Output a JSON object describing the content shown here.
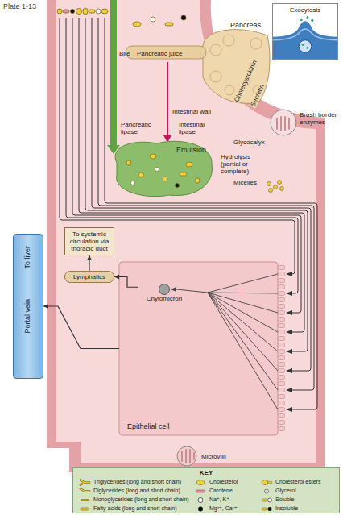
{
  "diagram": {
    "nodes": [
      {
        "text": [
          "Exocytosis"
        ]
      },
      {
        "text": [
          "Emulsion"
        ]
      },
      {
        "text": [
          "To systemic circulation via thoracic duct"
        ]
      },
      {
        "text": [
          "Lymphatics"
        ]
      },
      {
        "text": [
          "To liver",
          "Portal vein"
        ]
      },
      {
        "text": [
          "Epithelial cell"
        ]
      },
      {
        "text": [
          "Chylomicron"
        ],
        "in": 5
      }
    ],
    "edges": [
      {
        "from": 6,
        "to": 3,
        "arrow": "to"
      },
      {
        "from": 3,
        "to": 2,
        "arrow": "to"
      },
      {
        "from": 5,
        "to": 4,
        "arrow": "to"
      }
    ],
    "labels": [
      "Plate 1-13",
      "Pancreas",
      "Bile",
      "Pancreatic juice",
      "Cholecystokinin",
      "Secretin",
      "Intestinal wall",
      "Glycocalyx",
      "Brush border enzymes",
      "Pancreatic lipase",
      "Intestinal lipase",
      "Hydrolysis (partial or complete)",
      "Micelles",
      "Microvilli",
      "KEY"
    ],
    "legend": [
      {
        "text": "Triglycerides (long and short chain)"
      },
      {
        "text": "Diglycerides (long and short chain)"
      },
      {
        "text": "Monoglycerides (long and short chain)"
      },
      {
        "text": "Fatty acids (long and short chain)"
      },
      {
        "text": "Cholesterol"
      },
      {
        "text": "Carotene"
      },
      {
        "text": "Na⁺, K⁺"
      },
      {
        "text": "Mg²⁺, Ca²⁺"
      },
      {
        "text": "Cholesterol esters"
      },
      {
        "text": "Glycerol"
      },
      {
        "text": "Soluble"
      },
      {
        "text": "Insoluble"
      }
    ]
  }
}
